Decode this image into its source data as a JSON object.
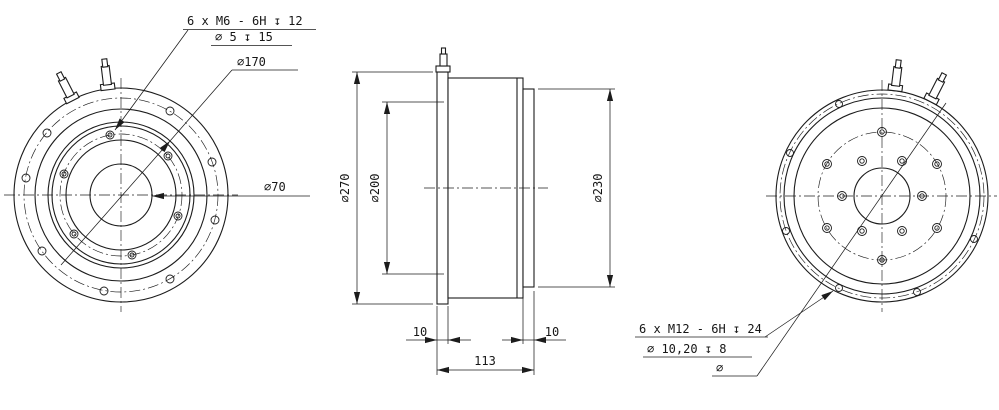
{
  "colors": {
    "line": "#1c1c1c",
    "background": "#ffffff"
  },
  "front_view": {
    "note_line1": "6 x M6 - 6H ↧ 12",
    "note_line2": "⌀ 5 ↧ 15",
    "flange_diameter": "⌀170",
    "bore_diameter": "⌀70"
  },
  "side_view": {
    "outer_diameter": "⌀270",
    "pilot_diameter": "⌀200",
    "rear_flange_diameter": "⌀230",
    "front_flange_width": "10",
    "rear_flange_width": "10",
    "overall_length": "113"
  },
  "rear_view": {
    "note_line1": "6 x M12 - 6H ↧ 24",
    "note_line2": "⌀ 10,20 ↧ 8",
    "note_line3": "⌀"
  }
}
